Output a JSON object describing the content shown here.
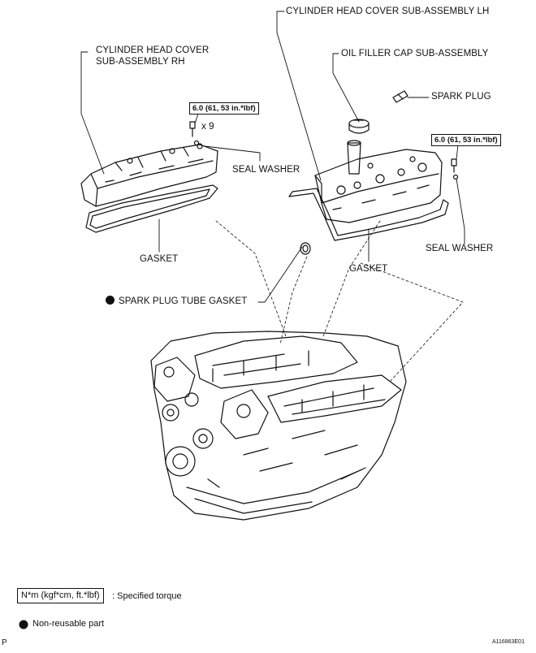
{
  "labels": {
    "head_cover_lh": "CYLINDER HEAD COVER SUB-ASSEMBLY LH",
    "head_cover_rh_line1": "CYLINDER HEAD COVER",
    "head_cover_rh_line2": "SUB-ASSEMBLY RH",
    "oil_filler_cap": "OIL FILLER CAP SUB-ASSEMBLY",
    "spark_plug": "SPARK PLUG",
    "torque_rh": "6.0 (61, 53 in.*lbf)",
    "torque_lh": "6.0 (61, 53 in.*lbf)",
    "bolt_count": "x 9",
    "seal_washer_rh": "SEAL WASHER",
    "seal_washer_lh": "SEAL WASHER",
    "gasket_rh": "GASKET",
    "gasket_lh": "GASKET",
    "spark_plug_tube_gasket": "SPARK PLUG TUBE GASKET"
  },
  "legend": {
    "torque_unit_box": "N*m (kgf*cm, ft.*lbf)",
    "torque_unit_desc": ": Specified torque",
    "non_reusable": "Non-reusable part"
  },
  "footer": {
    "corner_left": "P",
    "figure_id": "A116863E01"
  },
  "icons": {
    "non_reusable_marker": "filled-circle-icon"
  }
}
